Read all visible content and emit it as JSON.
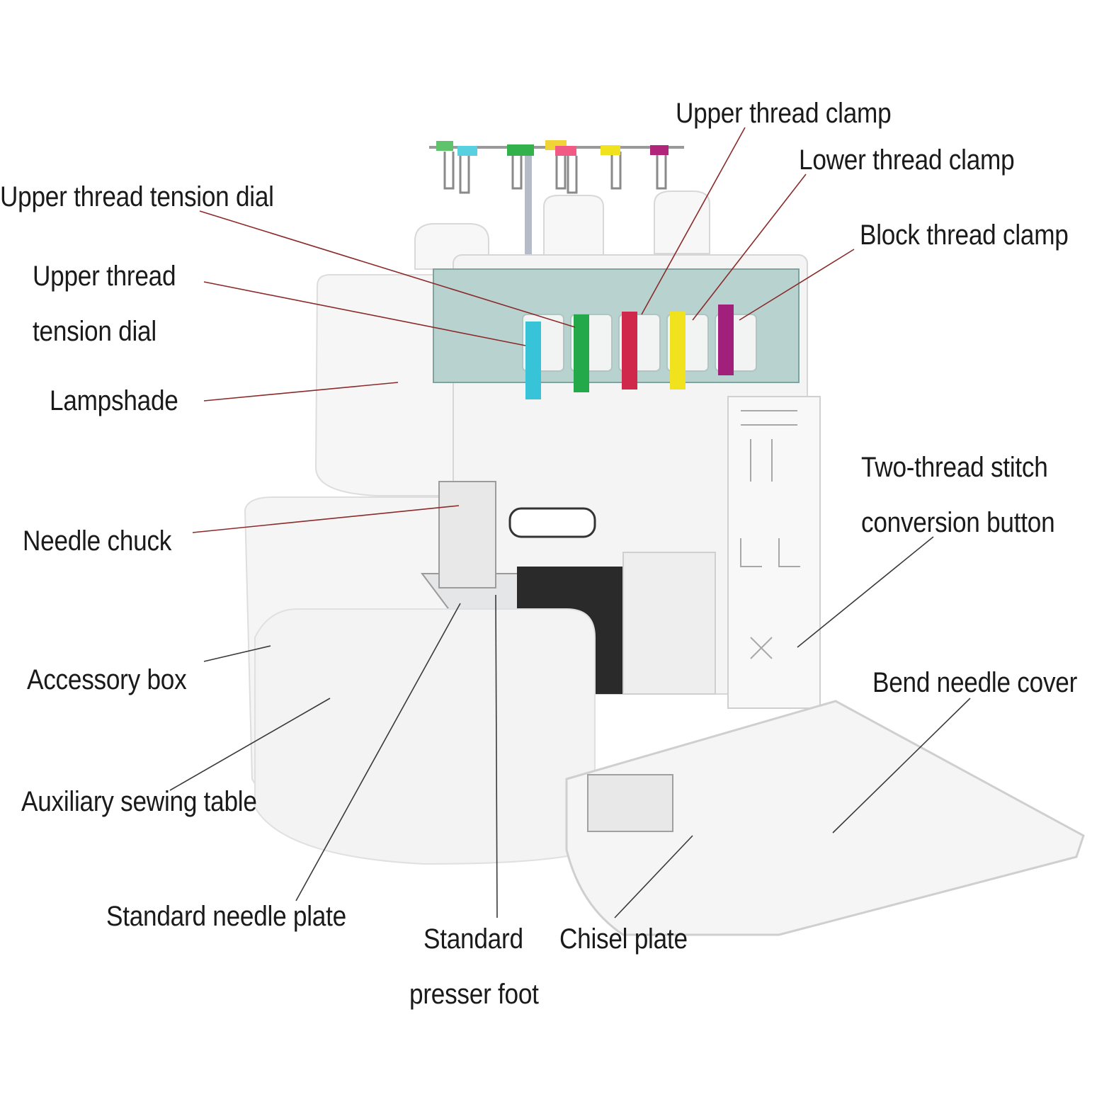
{
  "labels": {
    "upper_thread_tension_dial_top": "Upper thread tension dial",
    "upper_thread_1": "Upper thread",
    "upper_thread_2": "tension dial",
    "lampshade": "Lampshade",
    "needle_chuck": "Needle chuck",
    "accessory_box": "Accessory box",
    "auxiliary_sewing_table": "Auxiliary sewing table",
    "standard_needle_plate": "Standard needle plate",
    "standard_presser_foot_1": "Standard",
    "standard_presser_foot_2": "presser foot",
    "chisel_plate": "Chisel plate",
    "upper_thread_clamp": "Upper thread clamp",
    "lower_thread_clamp": "Lower thread clamp",
    "block_thread_clamp": "Block thread clamp",
    "two_thread_stitch_1": "Two-thread stitch",
    "two_thread_stitch_2": "conversion button",
    "bend_needle_cover": "Bend needle cover"
  },
  "colors": {
    "leader_line": "#8b2a2a",
    "body": "#f4f4f4",
    "panel": "#b8d3cf",
    "dial_cyan": "#37c4d8",
    "dial_green": "#23a94a",
    "dial_red": "#d0284a",
    "dial_yellow": "#f0e21c",
    "dial_purple": "#a0207c",
    "clip_pink": "#f05a84",
    "clip_magenta": "#b0247a"
  }
}
